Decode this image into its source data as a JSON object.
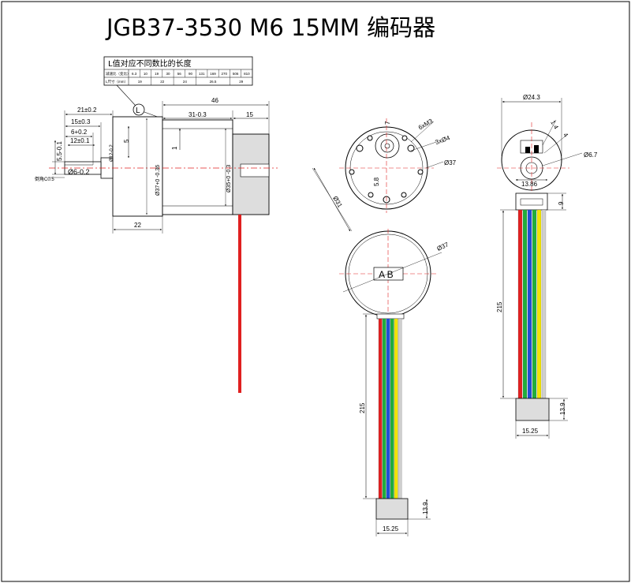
{
  "title": "JGB37-3530 M6 15MM 编码器",
  "l_table": {
    "heading": "L值对应不同数比的长度",
    "row1_label": "减速比（变比）",
    "ratios": [
      "6.3",
      "10",
      "19",
      "30",
      "56",
      "90",
      "131",
      "169",
      "270",
      "506",
      "810"
    ],
    "row2_label": "L尺寸（mm）",
    "lengths": [
      "19",
      "22",
      "24",
      "26.5",
      "29"
    ]
  },
  "side_view": {
    "callout": "L",
    "dims": {
      "overall": "46",
      "shaft_len": "21±0.2",
      "boss": "15±0.3",
      "flat": "6+0.2",
      "key": "12±0.1",
      "five": "5",
      "one": "1",
      "body": "31-0.3",
      "encoder": "15",
      "bottom": "22",
      "flat_depth": "5.5-0.1",
      "shaft_dia": "Ø6-0.2",
      "chamfer": "倒角C0.5",
      "boss_dia": "Ø12-0.2",
      "body_dia": "Ø37+0 -0.36",
      "enc_dia": "Ø35+0 -0.3"
    }
  },
  "front_view": {
    "screw": "6xM3",
    "holes": "3xØ4",
    "dia": "Ø37",
    "pcd": "Ø31",
    "seven": "7",
    "offset": "5.8"
  },
  "encoder_view": {
    "dia": "Ø37",
    "ab": "A B",
    "wire_len": "215",
    "conn_h": "13.9",
    "conn_w": "15.25"
  },
  "right_view": {
    "dia": "Ø24.3",
    "one_four": "1.4",
    "four": "4",
    "hole": "Ø6.7",
    "width": "13.86",
    "nine": "9",
    "wire_len": "215",
    "conn_h": "13.9",
    "conn_w": "15.25"
  },
  "colors": {
    "wire_red": "#e02020",
    "wire_green": "#1fae3c",
    "wire_blue": "#1f4fd8",
    "wire_yellow": "#f2e400",
    "wire_white": "#cfcfcf",
    "hatch": "#dddddd",
    "centerline": "#e02020"
  }
}
